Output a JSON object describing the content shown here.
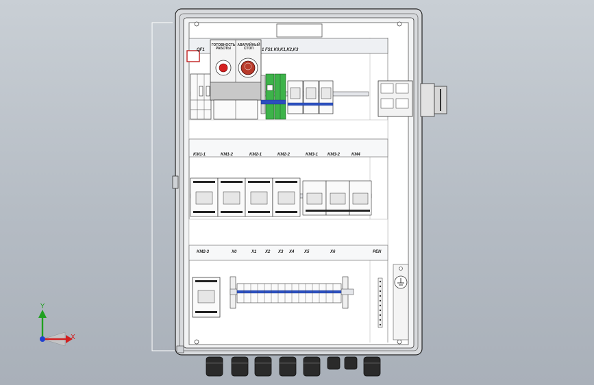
{
  "colors": {
    "background_top": "#c9cfd5",
    "background_bottom": "#a9b0b9",
    "enclosure_frame": "#d8dadd",
    "mounting_plate": "#ffffff",
    "din_rail": "#e4e6ea",
    "terminal_accent": "#2b4fbf",
    "phoenix_green": "#3db34a",
    "indicator_red": "#d42020",
    "mushroom_button": "#b83a2a",
    "axis_x": "#d22020",
    "axis_y": "#20a020",
    "axis_z": "#2040d0"
  },
  "icons": {
    "main_switch": "rotary-disconnect-switch-icon",
    "ground": "ground-symbol-icon",
    "triad": "coordinate-triad-icon"
  },
  "labels": {
    "row1": {
      "qf1": "QF1",
      "pb_left_header": "ГОТОВНОСТЬ РАБОТЫ",
      "pb_right_header": "АВАРИЙНЫЙ СТОП",
      "fs1_group": "1 FS1 K0,K1,K2,K3"
    },
    "row2": [
      "KM1-1",
      "KM1-2",
      "KM2-1",
      "KM2-2",
      "KM3-1",
      "KM3-2",
      "KM4"
    ],
    "row3": [
      "KM2-3",
      "X0",
      "X1",
      "X2",
      "X3",
      "X4",
      "X5",
      "X6",
      "PEN"
    ]
  },
  "triad": {
    "x_label": "X",
    "y_label": "Y"
  }
}
